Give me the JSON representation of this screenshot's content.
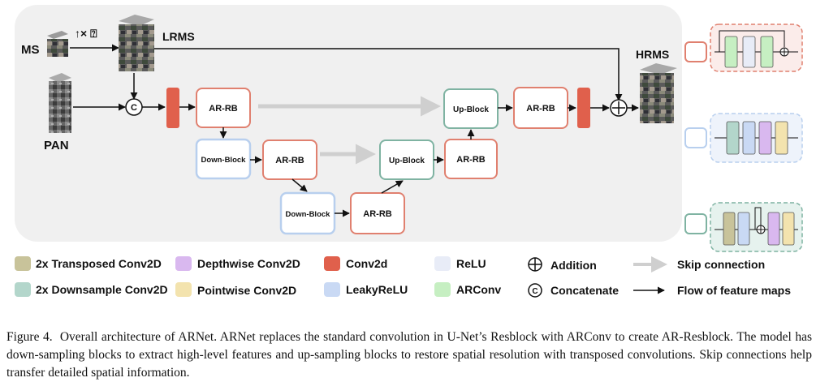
{
  "inputs": {
    "ms": "MS",
    "pan": "PAN",
    "lrms": "LRMS",
    "hrms": "HRMS",
    "upsample": "↑× ⍰"
  },
  "blocks": {
    "ar_rb": "AR-RB",
    "down_block": "Down-Block",
    "up_block": "Up-Block"
  },
  "symbols": {
    "concat": "C",
    "add": "+"
  },
  "legend": {
    "transposed_conv": "2x Transposed Conv2D",
    "downsample_conv": "2x Downsample Conv2D",
    "depthwise_conv": "Depthwise Conv2D",
    "pointwise_conv": "Pointwise Conv2D",
    "conv2d": "Conv2d",
    "leaky_relu": "LeakyReLU",
    "relu": "ReLU",
    "arconv": "ARConv",
    "addition": "Addition",
    "concatenate": "Concatenate",
    "skip_connection": "Skip connection",
    "flow": "Flow of feature maps"
  },
  "colors": {
    "transposed_conv": "#c8c39a",
    "downsample_conv": "#b3d6cb",
    "depthwise_conv": "#d9b8ef",
    "pointwise_conv": "#f3e3ae",
    "conv2d": "#e0604c",
    "leaky_relu": "#c9d9f4",
    "relu": "#e8ecf7",
    "arconv": "#c6efc2",
    "arrb_border": "#e0806f",
    "downblock_border": "#b8cfee",
    "upblock_border": "#7fb3a2",
    "panel_bg": "#f0f0f0"
  },
  "caption": {
    "figure_label": "Figure 4.",
    "text": "Overall architecture of ARNet. ARNet replaces the standard convolution in U-Net’s Resblock with ARConv to create AR-Resblock. The model has down-sampling blocks to extract high-level features and up-sampling blocks to restore spatial resolution with transposed convolutions. Skip connections help transfer detailed spatial information."
  }
}
